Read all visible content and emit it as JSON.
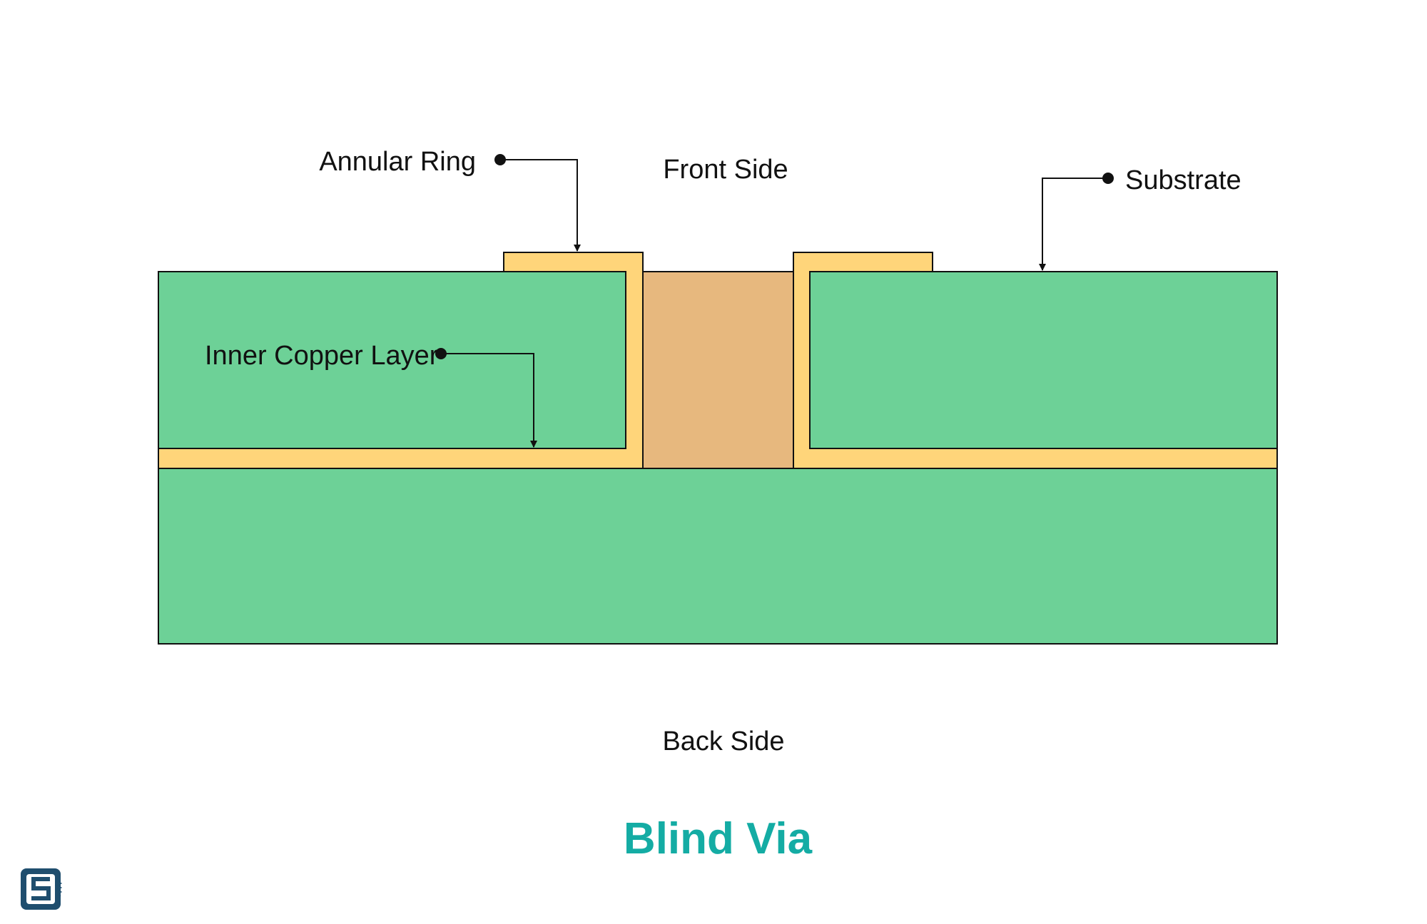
{
  "labels": {
    "front_side": "Front Side",
    "back_side": "Back Side",
    "annular_ring": "Annular Ring",
    "substrate": "Substrate",
    "inner_copper_layer": "Inner Copper Layer"
  },
  "title": "Blind Via",
  "colors": {
    "substrate": "#6dd197",
    "copper": "#ffd57a",
    "via_fill": "#e7b87e",
    "outline": "#111111",
    "title": "#14aca4",
    "logo": "#1f4e6e"
  },
  "logo": {
    "icon": "csio-logo-icon",
    "text": "CS"
  }
}
